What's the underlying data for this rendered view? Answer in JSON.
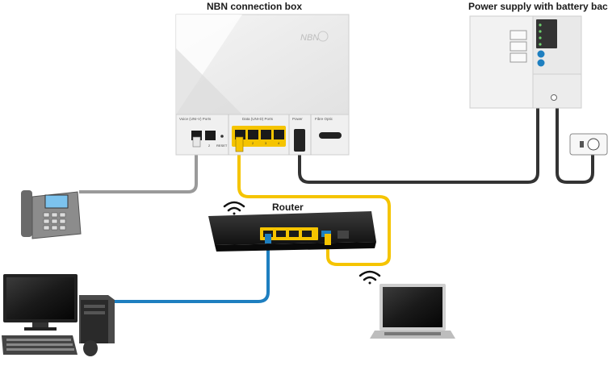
{
  "labels": {
    "nbn_box": "NBN connection box",
    "power_supply": "Power supply with battery backup",
    "router": "Router"
  },
  "nbn_box": {
    "brand": "NBN",
    "voice_ports": "Voice (UNI-V) Ports",
    "data_ports": "Data (UNI-D) Ports",
    "power": "Power",
    "fibre_optic": "Fibre Optic",
    "reset": "RESET",
    "voice_port_numbers": [
      "1",
      "2"
    ],
    "data_port_numbers": [
      "1",
      "2",
      "3",
      "4"
    ]
  },
  "colors": {
    "data_cable": "#f5c400",
    "lan_cable": "#1e7fc0",
    "phone_cable": "#9a9a9a",
    "power_cable": "#333333"
  },
  "icons": [
    "telephone-icon",
    "desktop-computer-icon",
    "laptop-icon",
    "wifi-icon",
    "power-outlet-icon"
  ]
}
